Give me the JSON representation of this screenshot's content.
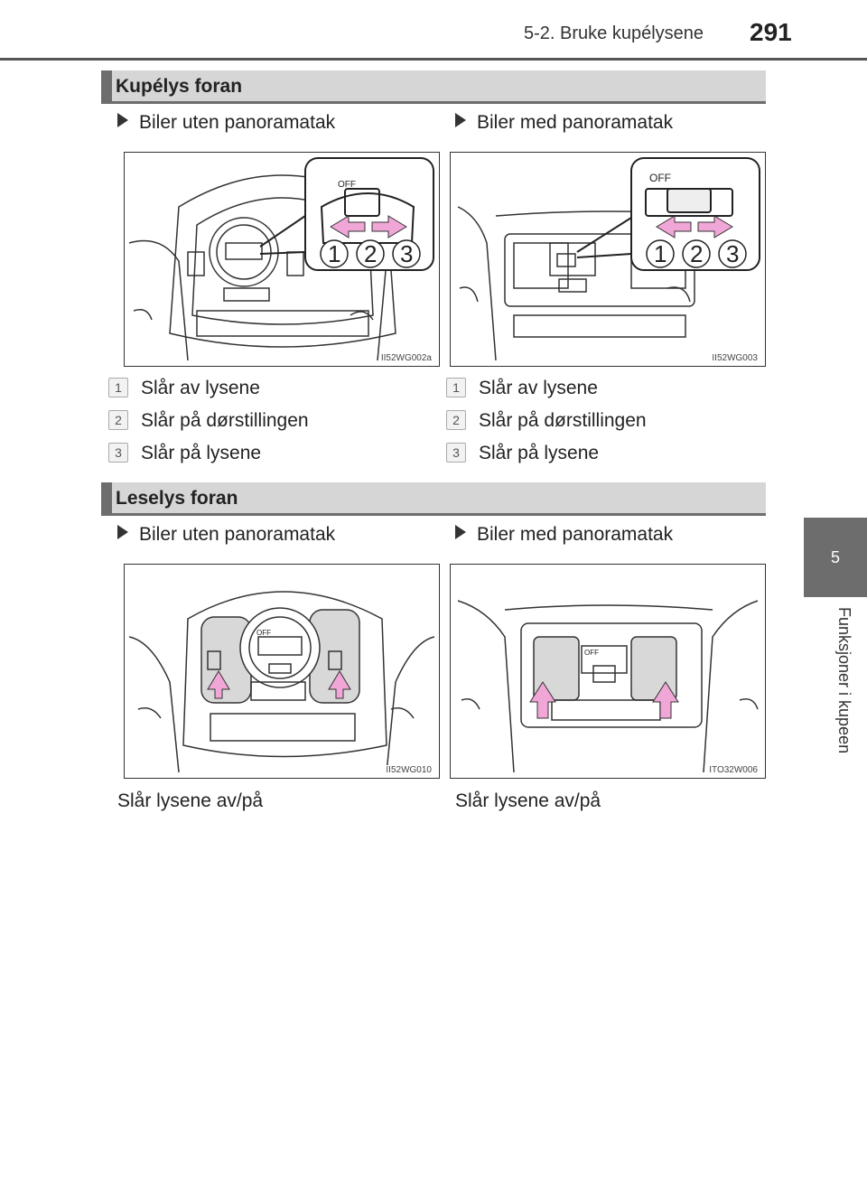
{
  "header": {
    "section": "5-2. Bruke kupélysene",
    "page": "291"
  },
  "side_tab": {
    "number": "5",
    "label": "Funksjoner i kupeen"
  },
  "section1": {
    "title": "Kupélys foran",
    "left": {
      "variant": "Biler uten panoramatak",
      "figure_code": "II52WG002a",
      "switch_labels": [
        "OFF"
      ],
      "callouts": [
        "1",
        "2",
        "3"
      ],
      "items": [
        {
          "num": "1",
          "text": "Slår av lysene"
        },
        {
          "num": "2",
          "text": "Slår på dørstillingen"
        },
        {
          "num": "3",
          "text": "Slår på lysene"
        }
      ]
    },
    "right": {
      "variant": "Biler med panoramatak",
      "figure_code": "II52WG003",
      "switch_labels": [
        "OFF"
      ],
      "callouts": [
        "1",
        "2",
        "3"
      ],
      "items": [
        {
          "num": "1",
          "text": "Slår av lysene"
        },
        {
          "num": "2",
          "text": "Slår på dørstillingen"
        },
        {
          "num": "3",
          "text": "Slår på lysene"
        }
      ]
    }
  },
  "section2": {
    "title": "Leselys foran",
    "left": {
      "variant": "Biler uten panoramatak",
      "figure_code": "II52WG010",
      "caption": "Slår lysene av/på",
      "switch_labels": [
        "OFF"
      ]
    },
    "right": {
      "variant": "Biler med panoramatak",
      "figure_code": "ITO32W006",
      "caption": "Slår lysene av/på",
      "switch_labels": [
        "OFF"
      ]
    }
  },
  "colors": {
    "arrow": "#f0a6d6",
    "accent_gray": "#6d6d6d",
    "bar_gray": "#d6d6d6"
  }
}
